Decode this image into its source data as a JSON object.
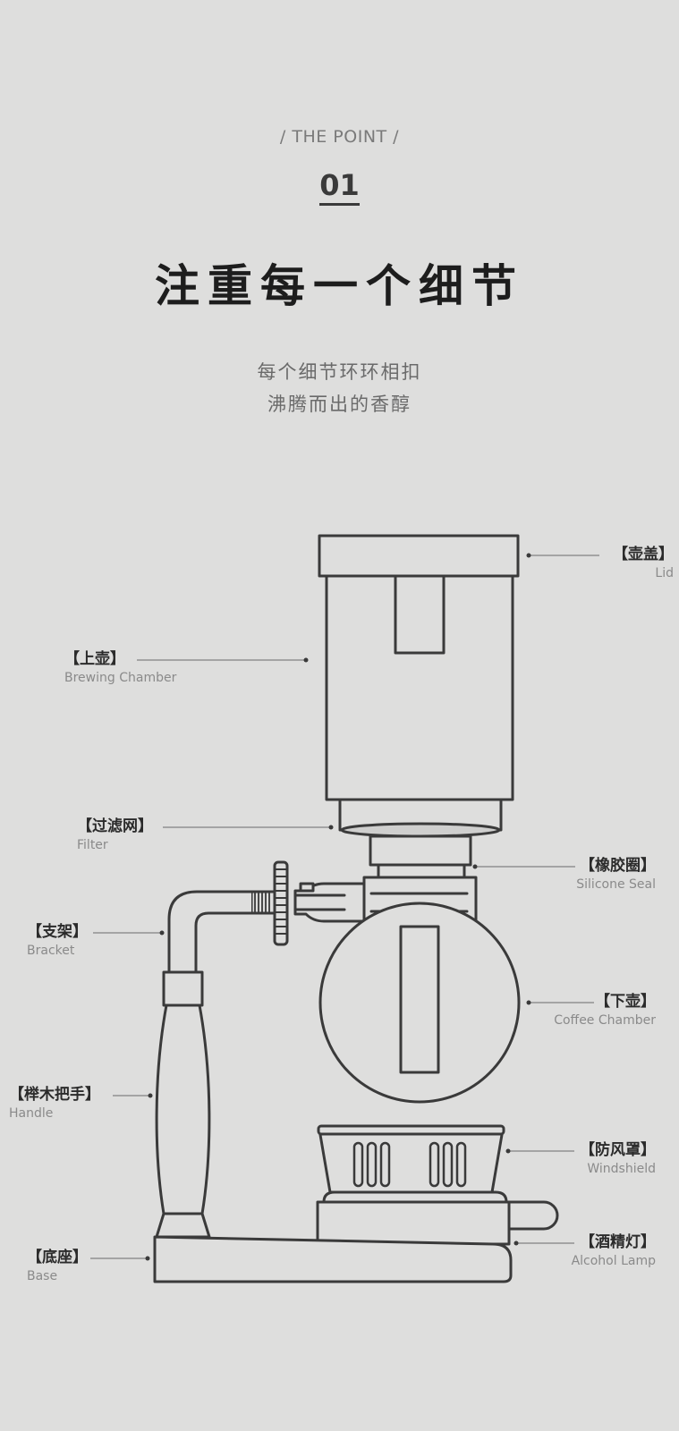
{
  "header": {
    "kicker": "/ THE POINT /",
    "number": "01",
    "title": "注重每一个细节",
    "subtitle_line1": "每个细节环环相扣",
    "subtitle_line2": "沸腾而出的香醇"
  },
  "parts": {
    "lid": {
      "zh": "【壶盖】",
      "en": "Lid"
    },
    "brewing_chamber": {
      "zh": "【上壶】",
      "en": "Brewing Chamber"
    },
    "filter": {
      "zh": "【过滤网】",
      "en": "Filter"
    },
    "silicone_seal": {
      "zh": "【橡胶圈】",
      "en": "Silicone Seal"
    },
    "bracket": {
      "zh": "【支架】",
      "en": "Bracket"
    },
    "coffee_chamber": {
      "zh": "【下壶】",
      "en": "Coffee Chamber"
    },
    "handle": {
      "zh": "【榉木把手】",
      "en": "Handle"
    },
    "windshield": {
      "zh": "【防风罩】",
      "en": "Windshield"
    },
    "alcohol_lamp": {
      "zh": "【酒精灯】",
      "en": "Alcohol Lamp"
    },
    "base": {
      "zh": "【底座】",
      "en": "Base"
    }
  },
  "colors": {
    "background": "#dededd",
    "stroke": "#3a3a3a",
    "glass": "#d9d9d8",
    "leader": "#6a6a6a"
  }
}
